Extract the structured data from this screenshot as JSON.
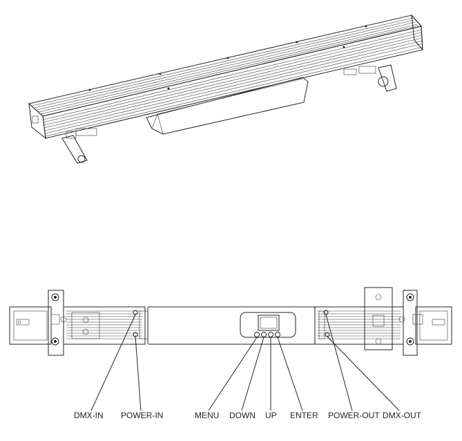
{
  "labels": {
    "dmx_in": "DMX-IN",
    "power_in": "POWER-IN",
    "menu": "MENU",
    "down": "DOWN",
    "up": "UP",
    "enter": "ENTER",
    "power_out": "POWER-OUT",
    "dmx_out": "DMX-OUT"
  }
}
